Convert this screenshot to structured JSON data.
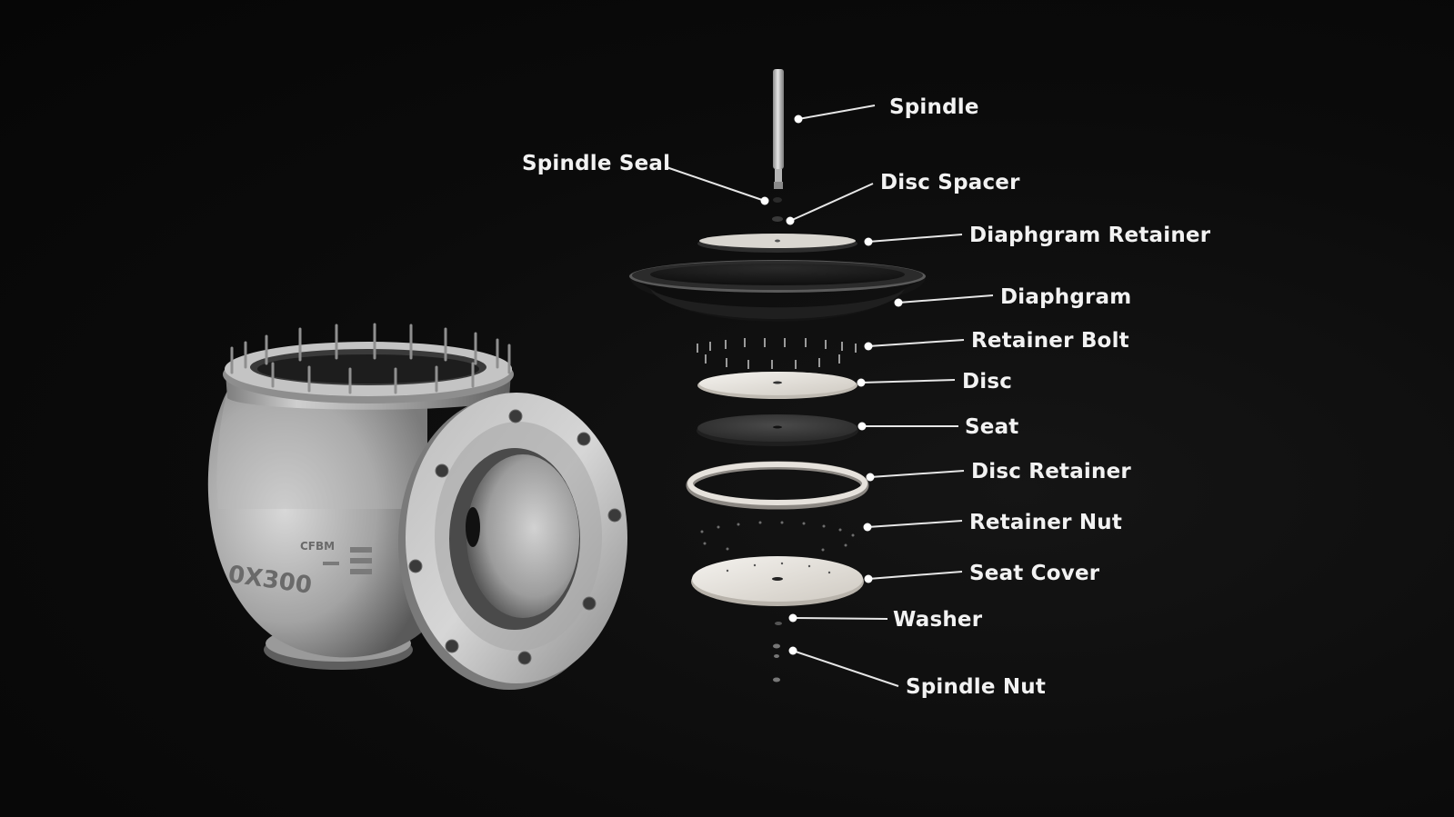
{
  "diagram": {
    "valve_body": {
      "engraving_size": "0X300",
      "engraving_brand": "CFBM"
    },
    "parts": [
      {
        "id": "spindle",
        "label": "Spindle"
      },
      {
        "id": "spindle-seal",
        "label": "Spindle Seal"
      },
      {
        "id": "disc-spacer",
        "label": "Disc Spacer"
      },
      {
        "id": "diaphgram-retainer",
        "label": "Diaphgram Retainer"
      },
      {
        "id": "diaphgram",
        "label": "Diaphgram"
      },
      {
        "id": "retainer-bolt",
        "label": "Retainer Bolt"
      },
      {
        "id": "disc",
        "label": "Disc"
      },
      {
        "id": "seat",
        "label": "Seat"
      },
      {
        "id": "disc-retainer",
        "label": "Disc Retainer"
      },
      {
        "id": "retainer-nut",
        "label": "Retainer Nut"
      },
      {
        "id": "seat-cover",
        "label": "Seat Cover"
      },
      {
        "id": "washer",
        "label": "Washer"
      },
      {
        "id": "spindle-nut",
        "label": "Spindle Nut"
      }
    ],
    "colors": {
      "background": "#0b0b0b",
      "label": "#f2f2f2",
      "leader": "#e6e6e6",
      "metal_light": "#c9c9c9",
      "metal_dark": "#6f6f6f",
      "rubber": "#1c1c1c",
      "disc_white": "#e9e6e0"
    }
  }
}
